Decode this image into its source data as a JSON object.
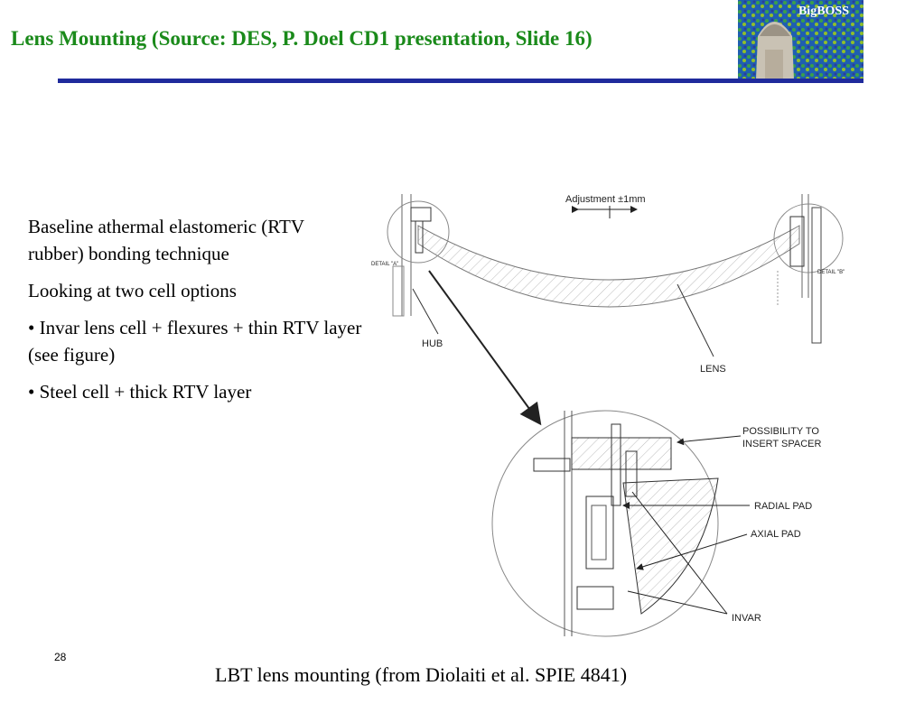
{
  "slide": {
    "title": "Lens Mounting (Source: DES, P. Doel CD1 presentation, Slide 16)",
    "logo_text": "BigBOSS",
    "slide_number": "28",
    "bullets": [
      "Baseline athermal elastomeric (RTV rubber) bonding technique",
      "Looking at two cell options",
      "• Invar lens cell + flexures + thin RTV layer (see figure)",
      "• Steel cell + thick RTV layer"
    ],
    "caption": "LBT lens mounting (from Diolaiti et al. SPIE 4841)",
    "figure_labels": {
      "adjustment": "Adjustment ±1mm",
      "hub": "HUB",
      "lens": "LENS",
      "detail_a": "DETAIL \"A\"",
      "detail_b": "DETAIL \"B\"",
      "spacer_1": "POSSIBILITY TO",
      "spacer_2": "INSERT SPACER",
      "radial_pad": "RADIAL PAD",
      "axial_pad": "AXIAL PAD",
      "invar": "INVAR"
    }
  },
  "colors": {
    "title": "#1a8a1a",
    "rule": "#1f2a9c"
  }
}
